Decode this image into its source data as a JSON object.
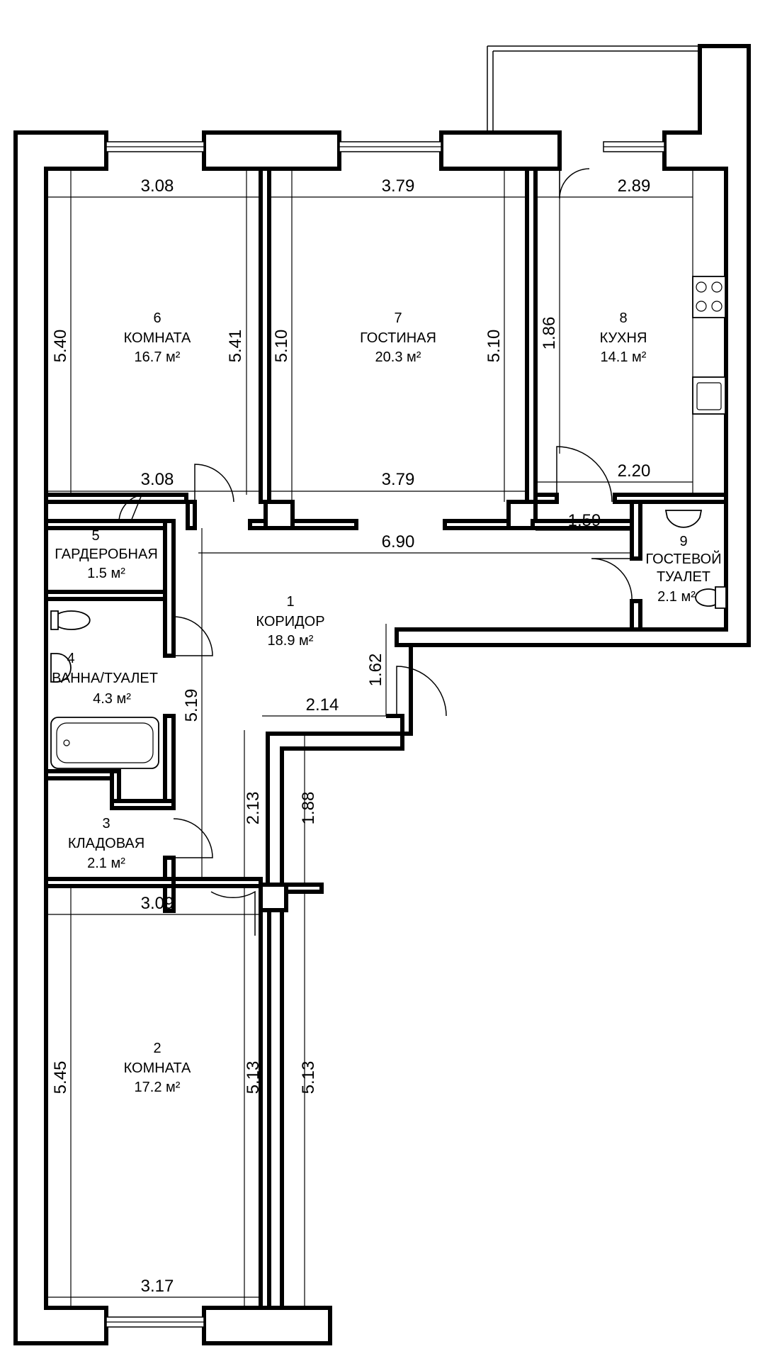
{
  "rooms": [
    {
      "id": "1",
      "name": "КОРИДОР",
      "area": "18.9 м²"
    },
    {
      "id": "2",
      "name": "КОМНАТА",
      "area": "17.2 м²"
    },
    {
      "id": "3",
      "name": "КЛАДОВАЯ",
      "area": "2.1 м²"
    },
    {
      "id": "4",
      "name": "ВАННА/ТУАЛЕТ",
      "area": "4.3 м²"
    },
    {
      "id": "5",
      "name": "ГАРДЕРОБНАЯ",
      "area": "1.5 м²"
    },
    {
      "id": "6",
      "name": "КОМНАТА",
      "area": "16.7 м²"
    },
    {
      "id": "7",
      "name": "ГОСТИНАЯ",
      "area": "20.3 м²"
    },
    {
      "id": "8",
      "name": "КУХНЯ",
      "area": "14.1 м²"
    },
    {
      "id": "9",
      "name": "ГОСТЕВОЙ",
      "name2": "ТУАЛЕТ",
      "area": "2.1 м²"
    }
  ],
  "dimensions": {
    "r6_top": "3.08",
    "r6_bottom": "3.08",
    "r6_left": "5.40",
    "r6_right": "5.41",
    "r7_top": "3.79",
    "r7_bottom": "3.79",
    "r7_left": "5.10",
    "r7_right": "5.10",
    "r8_top": "2.89",
    "r8_bottom": "2.20",
    "r8_left": "1.86",
    "r8_hall": "1.59",
    "corr_long": "6.90",
    "corr_vert": "5.19",
    "corr_step": "2.14",
    "corr_step_v": "1.62",
    "corr_narrow": "2.13",
    "corr_narrow_out": "1.88",
    "r2_top": "3.09",
    "r2_bottom": "3.17",
    "r2_left": "5.45",
    "r2_right": "5.13",
    "r2_outer": "5.13"
  }
}
